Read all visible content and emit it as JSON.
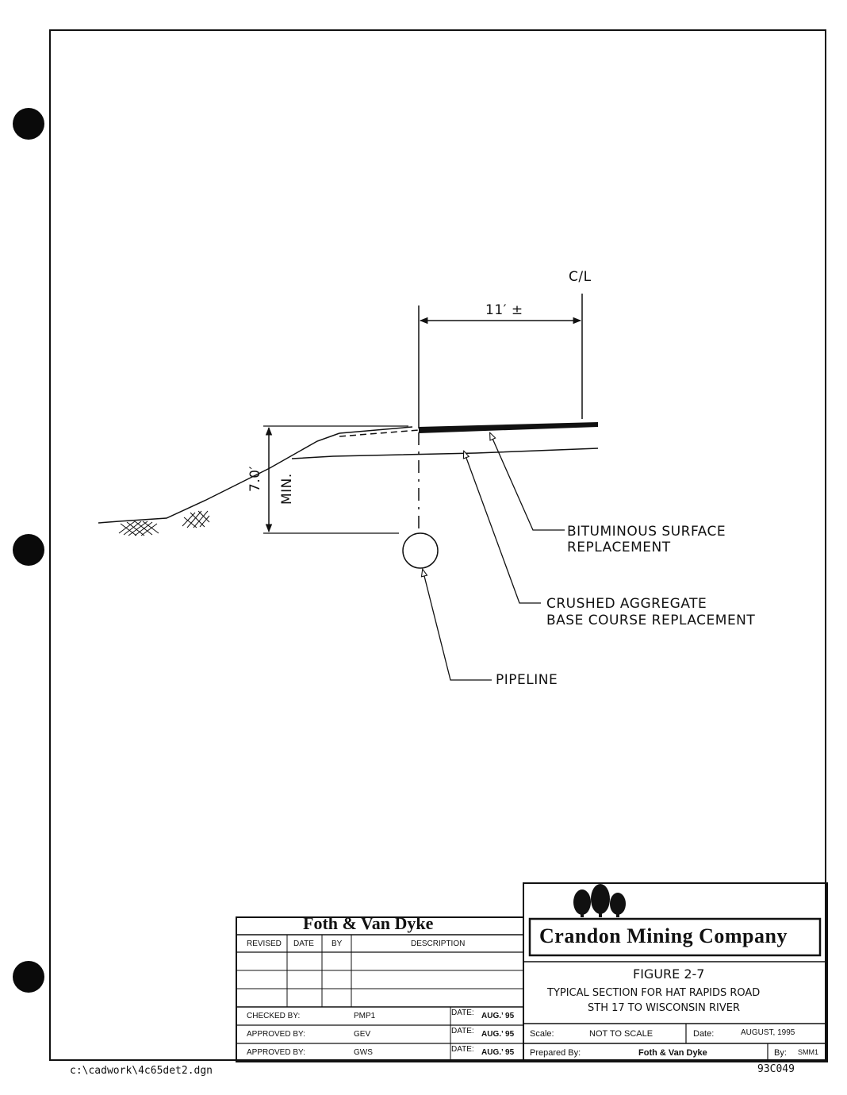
{
  "drawing": {
    "centerline_label": "C/L",
    "width_dim": "11′ ±",
    "depth_dim": "7.0′",
    "depth_note": "MIN.",
    "callouts": {
      "surface_line1": "BITUMINOUS SURFACE",
      "surface_line2": "REPLACEMENT",
      "base_line1": "CRUSHED AGGREGATE",
      "base_line2": "BASE COURSE REPLACEMENT",
      "pipeline": "PIPELINE"
    }
  },
  "revision_block": {
    "firm": "Foth & Van Dyke",
    "headers": [
      "REVISED",
      "DATE",
      "BY",
      "DESCRIPTION"
    ],
    "approvals": [
      {
        "label": "CHECKED BY:",
        "name": "PMP1",
        "date_label": "DATE:",
        "date": "AUG.’ 95"
      },
      {
        "label": "APPROVED BY:",
        "name": "GEV",
        "date_label": "DATE:",
        "date": "AUG.’ 95"
      },
      {
        "label": "APPROVED BY:",
        "name": "GWS",
        "date_label": "DATE:",
        "date": "AUG.’ 95"
      }
    ]
  },
  "title_block": {
    "company": "Crandon Mining Company",
    "figure": "FIGURE 2-7",
    "title_line1": "TYPICAL SECTION FOR HAT RAPIDS ROAD",
    "title_line2": "STH 17 TO WISCONSIN RIVER",
    "scale_label": "Scale:",
    "scale_value": "NOT TO SCALE",
    "date_label": "Date:",
    "date_value": "AUGUST, 1995",
    "prepared_label": "Prepared By:",
    "prepared_value": "Foth & Van Dyke",
    "by_label": "By:",
    "by_value": "SMM1"
  },
  "footer": {
    "file_path": "c:\\cadwork\\4c65det2.dgn",
    "drawing_number": "93C049"
  }
}
